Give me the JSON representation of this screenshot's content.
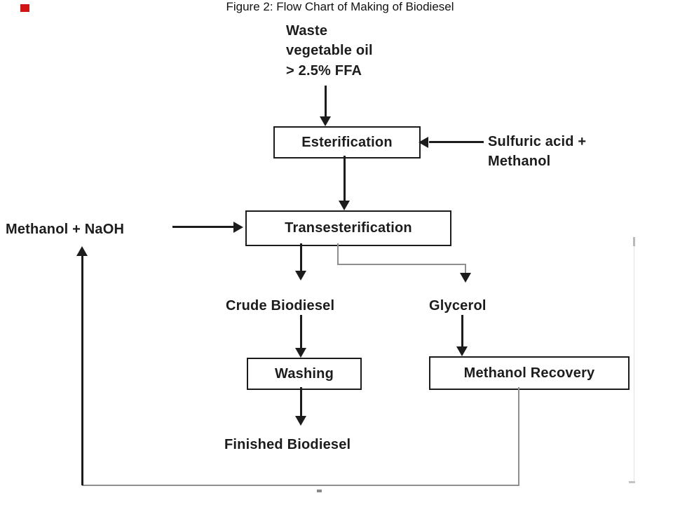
{
  "figure": {
    "caption": "Figure 2: Flow Chart of Making of Biodiesel"
  },
  "nodes": {
    "waste_oil": "Waste\nvegetable oil\n> 2.5% FFA",
    "esterification": "Esterification",
    "sulfuric_methanol": "Sulfuric acid +\nMethanol",
    "transesterification": "Transesterification",
    "methanol_naoh": "Methanol + NaOH",
    "crude_biodiesel": "Crude Biodiesel",
    "glycerol": "Glycerol",
    "washing": "Washing",
    "methanol_recovery": "Methanol Recovery",
    "finished_biodiesel": "Finished Biodiesel"
  },
  "colors": {
    "line": "#1c1c1c",
    "text": "#1c1c1c",
    "box_border": "#1c1c1c",
    "accent_mark": "#d21414",
    "faint_line": "#8f8f8f"
  }
}
